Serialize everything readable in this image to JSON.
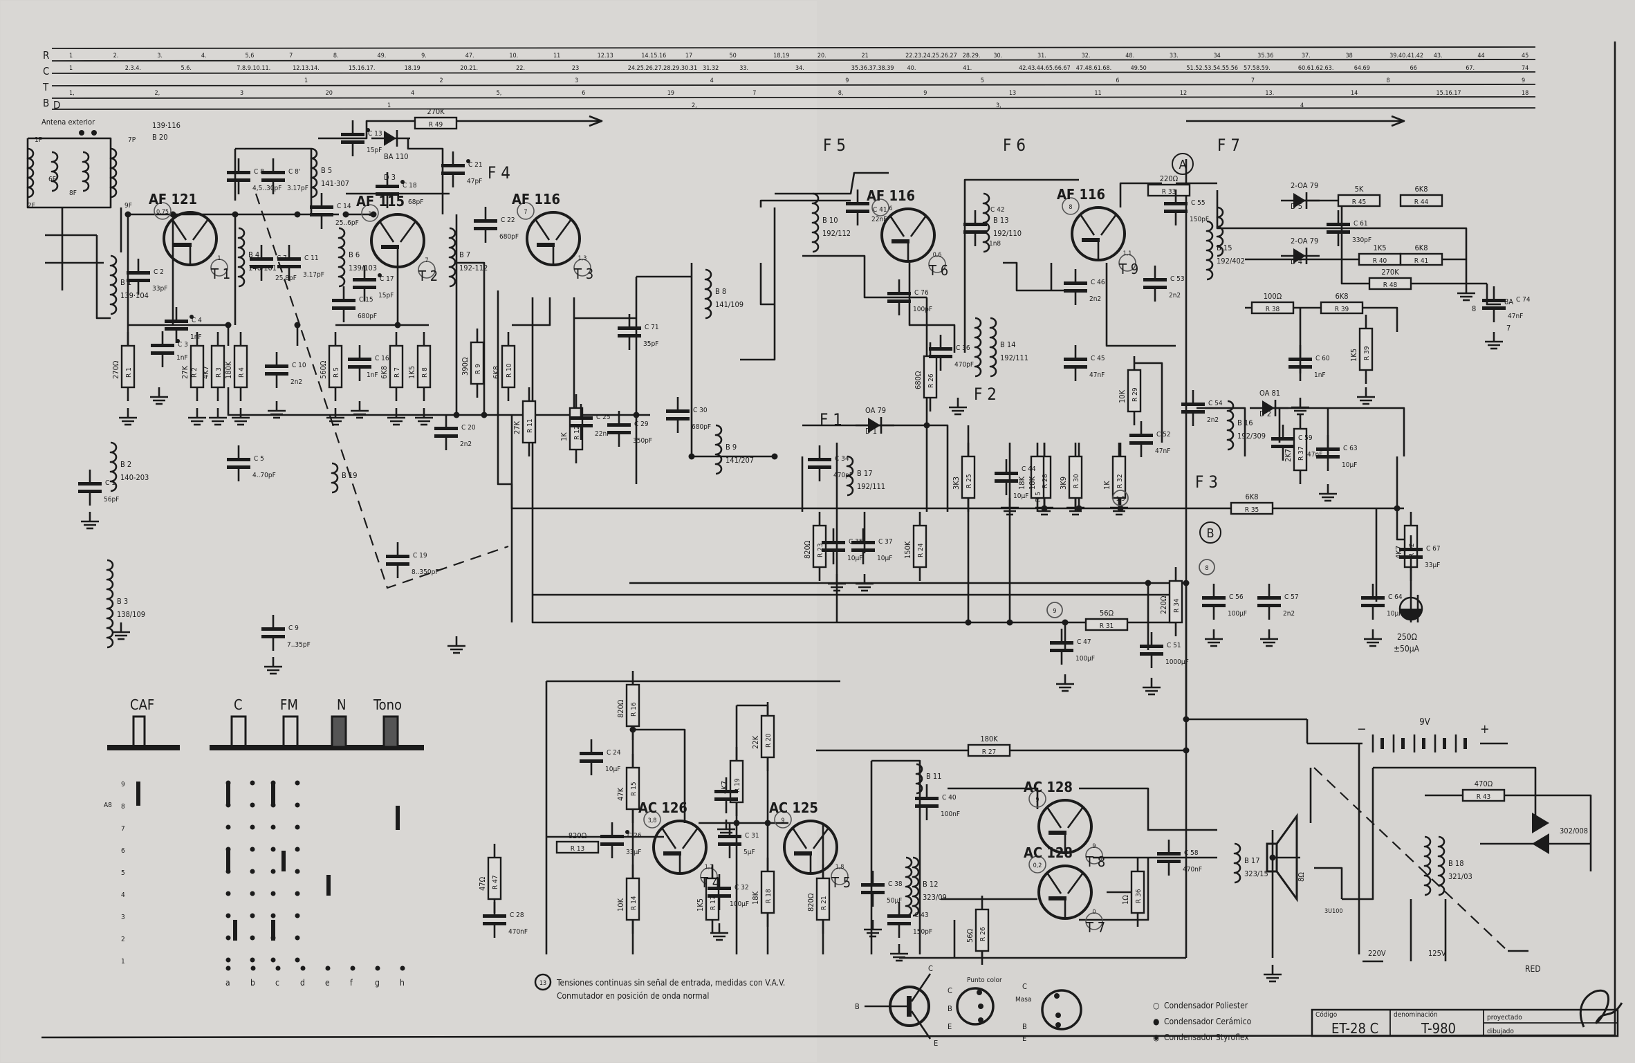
{
  "bus_table": {
    "rows": [
      {
        "label": "R",
        "entries": [
          "1",
          "2.",
          "3.",
          "4.",
          "5,6",
          "7",
          "8.",
          "49.",
          "9.",
          "47.",
          "10.",
          "11",
          "12.13",
          "14.15.16",
          "17",
          "50",
          "18,19",
          "20.",
          "21",
          "22.23.24.25.26.27",
          "28.29.",
          "30.",
          "31.",
          "32.",
          "48.",
          "33.",
          "34",
          "35.36",
          "37.",
          "38",
          "39.40.41.42",
          "43.",
          "44",
          "45"
        ]
      },
      {
        "label": "C",
        "entries": [
          "1",
          "2.3.4.",
          "5.6.",
          "7.8.9.10.11.",
          "12.13.14.",
          "15.16.17.",
          "18.19",
          "20.21.",
          "22.",
          "23",
          "24.25.26.27.28.29.30.31",
          "31.32",
          "33.",
          "34.",
          "35.36.37.38.39",
          "40.",
          "41.",
          "42.43.44.65.66.67",
          "47.48.61.68.",
          "49.50",
          "51.52.53.54.55.56",
          "57.58.59.",
          "60.61.62.63.",
          "64.69",
          "66",
          "67.",
          "74"
        ]
      },
      {
        "label": "T",
        "entries": [
          "1",
          "2",
          "3",
          "4",
          "9",
          "5",
          "6",
          "7",
          "8",
          "9"
        ]
      },
      {
        "label": "B",
        "entries": [
          "1,",
          "2,",
          "3",
          "20",
          "4",
          "5,",
          "6",
          "19",
          "7",
          "8,",
          "9",
          "13",
          "11",
          "12",
          "13.",
          "14",
          "15.16.17",
          "18"
        ]
      },
      {
        "label": "D",
        "entries": [
          "1",
          "2,",
          "3,",
          "4"
        ]
      }
    ]
  },
  "antenna": {
    "label": "Antena exterior",
    "code": "139·116",
    "ref": "B 20",
    "taps": [
      "1P",
      "7P",
      "6F",
      "8F",
      "2F",
      "9F"
    ]
  },
  "transistors": [
    {
      "ref": "T 1",
      "type": "AF 121",
      "v1": "0,75",
      "v2": "1"
    },
    {
      "ref": "T 2",
      "type": "AF 115",
      "v1": "1",
      "v2": "7"
    },
    {
      "ref": "T 3",
      "type": "AF 116",
      "v1": "7",
      "v2": "1,3"
    },
    {
      "ref": "T 6",
      "type": "AF 116",
      "v1": "6",
      "v2": "0,6"
    },
    {
      "ref": "T 9",
      "type": "AF 116",
      "v1": "8",
      "v2": "1,1"
    },
    {
      "ref": "T 4",
      "type": "AC 126",
      "v1": "3,8",
      "v2": "1,7"
    },
    {
      "ref": "T 5",
      "type": "AC 125",
      "v1": "9",
      "v2": "1,8"
    },
    {
      "ref": "T 8",
      "type": "AC 128",
      "v1": "9",
      "v2": "9"
    },
    {
      "ref": "T 7",
      "type": "AC 128",
      "v1": "0,2",
      "v2": "0"
    }
  ],
  "stages": [
    "F 1",
    "F 2",
    "F 3",
    "F 4",
    "F 5",
    "F 6",
    "F 7"
  ],
  "test_points": [
    "A",
    "B"
  ],
  "voltage_marks": [
    "8",
    "9",
    "1,3"
  ],
  "coils": [
    {
      "ref": "B 1",
      "code": "139·104"
    },
    {
      "ref": "B 2",
      "code": "140-203"
    },
    {
      "ref": "B 3",
      "code": "138/109"
    },
    {
      "ref": "B 4",
      "code": "140/101"
    },
    {
      "ref": "B 5",
      "code": "141·307"
    },
    {
      "ref": "B 6",
      "code": "139/103"
    },
    {
      "ref": "B 7",
      "code": "192-112"
    },
    {
      "ref": "B 8",
      "code": "141/109"
    },
    {
      "ref": "B 9",
      "code": "141/207"
    },
    {
      "ref": "B 10",
      "code": "192/112"
    },
    {
      "ref": "B 13",
      "code": "192/110"
    },
    {
      "ref": "B 14",
      "code": "192/111"
    },
    {
      "ref": "B 15",
      "code": "192/402"
    },
    {
      "ref": "B 16",
      "code": "192/309"
    },
    {
      "ref": "B 17",
      "code": "192/111"
    },
    {
      "ref": "B 11",
      "code": ""
    },
    {
      "ref": "B 12",
      "code": "323/09"
    },
    {
      "ref": "B 17",
      "code": "323/15"
    },
    {
      "ref": "B 18",
      "code": "321/03"
    },
    {
      "ref": "B 19",
      "code": ""
    }
  ],
  "resistors": [
    {
      "ref": "R 1",
      "value": "270Ω"
    },
    {
      "ref": "R 2",
      "value": "27K"
    },
    {
      "ref": "R 3",
      "value": "4K7"
    },
    {
      "ref": "R 4",
      "value": "180K"
    },
    {
      "ref": "R 5",
      "value": "560Ω"
    },
    {
      "ref": "R 7",
      "value": "6K8"
    },
    {
      "ref": "R 8",
      "value": "1K5"
    },
    {
      "ref": "R 9",
      "value": "390Ω"
    },
    {
      "ref": "R 10",
      "value": "6K8"
    },
    {
      "ref": "R 11",
      "value": "27K"
    },
    {
      "ref": "R 12",
      "value": "1K"
    },
    {
      "ref": "R 25",
      "value": "3K3"
    },
    {
      "ref": "R 28",
      "value": "18K"
    },
    {
      "ref": "R 30",
      "value": "3K9"
    },
    {
      "ref": "R 32",
      "value": "1K"
    },
    {
      "ref": "R 23",
      "value": "820Ω"
    },
    {
      "ref": "R 24",
      "value": "150K"
    },
    {
      "ref": "R 26",
      "value": "680Ω"
    },
    {
      "ref": "R 29",
      "value": "10K"
    },
    {
      "ref": "R 37",
      "value": "2K7"
    },
    {
      "ref": "R 39",
      "value": "1K5"
    },
    {
      "ref": "R 42",
      "value": "4K7"
    },
    {
      "ref": "R 34",
      "value": "220Ω"
    },
    {
      "ref": "R 5",
      "value": "18K"
    },
    {
      "ref": "R 16",
      "value": "820Ω"
    },
    {
      "ref": "R 15",
      "value": "47K"
    },
    {
      "ref": "R 19",
      "value": "4K7"
    },
    {
      "ref": "R 20",
      "value": "22K"
    },
    {
      "ref": "R 14",
      "value": "10K"
    },
    {
      "ref": "R 17",
      "value": "1K5"
    },
    {
      "ref": "R 18",
      "value": "18K"
    },
    {
      "ref": "R 21",
      "value": "820Ω"
    },
    {
      "ref": "R 47",
      "value": "47Ω"
    },
    {
      "ref": "R 26",
      "value": "56Ω"
    },
    {
      "ref": "R 36",
      "value": "1Ω"
    },
    {
      "ref": "R 49",
      "value": "270K"
    },
    {
      "ref": "R 33",
      "value": "220Ω"
    },
    {
      "ref": "R 38",
      "value": "100Ω"
    },
    {
      "ref": "R 39",
      "value": "6K8"
    },
    {
      "ref": "R 45",
      "value": "5K"
    },
    {
      "ref": "R 44",
      "value": "6K8"
    },
    {
      "ref": "R 40",
      "value": "1K5"
    },
    {
      "ref": "R 41",
      "value": "6K8"
    },
    {
      "ref": "R 48",
      "value": "270K"
    },
    {
      "ref": "R 35",
      "value": "6K8"
    },
    {
      "ref": "R 31",
      "value": "56Ω"
    },
    {
      "ref": "R 13",
      "value": "820Ω"
    },
    {
      "ref": "R 27",
      "value": "180K"
    },
    {
      "ref": "R 43",
      "value": "470Ω"
    }
  ],
  "capacitors": [
    {
      "ref": "C 1",
      "value": "56pF"
    },
    {
      "ref": "C 2",
      "value": "33pF"
    },
    {
      "ref": "C 3",
      "value": "1nF"
    },
    {
      "ref": "C 4",
      "value": "1nF"
    },
    {
      "ref": "C 7",
      "value": "25,8pF"
    },
    {
      "ref": "C 10",
      "value": "2n2"
    },
    {
      "ref": "C 11",
      "value": "3.17pF"
    },
    {
      "ref": "C 14",
      "value": "25..6pF"
    },
    {
      "ref": "C 15",
      "value": "680pF"
    },
    {
      "ref": "C 16",
      "value": "1nF"
    },
    {
      "ref": "C 17",
      "value": "15pF"
    },
    {
      "ref": "C 18",
      "value": "68pF"
    },
    {
      "ref": "C 20",
      "value": "2n2"
    },
    {
      "ref": "C 21",
      "value": "47pF"
    },
    {
      "ref": "C 22",
      "value": "680pF"
    },
    {
      "ref": "C 5",
      "value": "4..70pF"
    },
    {
      "ref": "C 9",
      "value": "7..35pF"
    },
    {
      "ref": "C 13",
      "value": "15pF"
    },
    {
      "ref": "C 8",
      "value": "4,5..30pF"
    },
    {
      "ref": "C 8'",
      "value": "3.17pF"
    },
    {
      "ref": "C 19",
      "value": "8..350pF"
    },
    {
      "ref": "C 24",
      "value": "10µF"
    },
    {
      "ref": "C 26",
      "value": "33µF"
    },
    {
      "ref": "C 28",
      "value": "470nF"
    },
    {
      "ref": "C 31",
      "value": "5µF"
    },
    {
      "ref": "C 32",
      "value": "100µF"
    },
    {
      "ref": "C 34",
      "value": "470pF"
    },
    {
      "ref": "C 35",
      "value": "10µF"
    },
    {
      "ref": "C 37",
      "value": "10µF"
    },
    {
      "ref": "C 38",
      "value": "50µF"
    },
    {
      "ref": "C 40",
      "value": "100nF"
    },
    {
      "ref": "C 44",
      "value": "10µF"
    },
    {
      "ref": "C 45",
      "value": "47nF"
    },
    {
      "ref": "C 46",
      "value": "2n2"
    },
    {
      "ref": "C 47",
      "value": "100µF"
    },
    {
      "ref": "C 51",
      "value": "1000µF"
    },
    {
      "ref": "C 52",
      "value": "47nF"
    },
    {
      "ref": "C 53",
      "value": "2n2"
    },
    {
      "ref": "C 54",
      "value": "2n2"
    },
    {
      "ref": "C 55",
      "value": "150pF"
    },
    {
      "ref": "C 56",
      "value": "100µF"
    },
    {
      "ref": "C 57",
      "value": "2n2"
    },
    {
      "ref": "C 58",
      "value": "470nF"
    },
    {
      "ref": "C 59",
      "value": "47nF"
    },
    {
      "ref": "C 60",
      "value": "1nF"
    },
    {
      "ref": "C 63",
      "value": "10µF"
    },
    {
      "ref": "C 64",
      "value": "10µF"
    },
    {
      "ref": "C 67",
      "value": "33µF"
    },
    {
      "ref": "C 74",
      "value": "47nF"
    },
    {
      "ref": "C 61",
      "value": "330pF"
    },
    {
      "ref": "C 25",
      "value": "22nF"
    },
    {
      "ref": "C 29",
      "value": "350pF"
    },
    {
      "ref": "C 71",
      "value": "35pF"
    },
    {
      "ref": "C 30",
      "value": "680pF"
    },
    {
      "ref": "C 43",
      "value": "150pF"
    },
    {
      "ref": "C 42",
      "value": "1n8"
    },
    {
      "ref": "C 36",
      "value": "470pF"
    },
    {
      "ref": "C 41",
      "value": "22nF"
    },
    {
      "ref": "C 76",
      "value": "100pF"
    }
  ],
  "diodes": [
    {
      "ref": "D 1",
      "type": "OA 79"
    },
    {
      "ref": "D 2",
      "type": "OA 81"
    },
    {
      "ref": "D 3",
      "type": "BA 110"
    },
    {
      "ref": "D 4",
      "type": "2-OA 79"
    },
    {
      "ref": "D 5",
      "type": "2-OA 79"
    }
  ],
  "switches": {
    "labels": [
      "CAF",
      "C",
      "FM",
      "N",
      "Tono"
    ],
    "rows": [
      "9",
      "8",
      "7",
      "6",
      "5",
      "4",
      "3",
      "2",
      "1"
    ],
    "columns": [
      "a",
      "b",
      "c",
      "d",
      "e",
      "f",
      "g",
      "h"
    ],
    "caf_label": "A8"
  },
  "power": {
    "battery": "9V",
    "plus": "+",
    "minus": "−",
    "mains_220": "220V",
    "mains_125": "125V",
    "mains_label": "RED",
    "rectifier": "302/008",
    "fuse": "3U100",
    "switch_contacts": [
      "8",
      "8A",
      "7"
    ]
  },
  "meter": {
    "resistance": "250Ω",
    "current": "±50µA"
  },
  "speaker": {
    "impedance": "8Ω"
  },
  "note": {
    "marker": "13",
    "line1": "Tensiones continuas sin señal de entrada, medidas con V.A.V.",
    "line2": "Conmutador en posición de onda normal"
  },
  "pinout": {
    "c": "C",
    "b": "B",
    "e": "E",
    "dot_label": "Punto color",
    "mass": "Masa"
  },
  "legend": [
    {
      "symbol": "○",
      "text": "Condensador Poliester"
    },
    {
      "symbol": "●",
      "text": "Condensador Cerámico"
    },
    {
      "symbol": "◉",
      "text": "Condensador Styroflex"
    }
  ],
  "title_block": {
    "code_label": "Código",
    "code": "ET-28 C",
    "name_label": "denominación",
    "name": "T-980",
    "designed_label": "proyectado",
    "drawn_label": "dibujado"
  },
  "colors": {
    "paper": "#d6d4d1",
    "ink": "#1b1b1b"
  }
}
